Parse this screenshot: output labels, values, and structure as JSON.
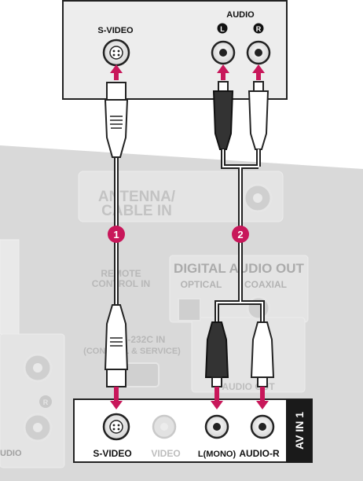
{
  "device": {
    "svideo_label": "S-VIDEO",
    "audio_label": "AUDIO",
    "left_badge": "L",
    "right_badge": "R"
  },
  "tv_panel": {
    "antenna_line1": "ANTENNA/",
    "antenna_line2": "CABLE IN",
    "remote_line1": "REMOTE",
    "remote_line2": "CONTROL IN",
    "digital_audio_out": "DIGITAL AUDIO OUT",
    "optical": "OPTICAL",
    "coaxial": "COAXIAL",
    "rs232c_line1": "RS-232C IN",
    "rs232c_line2": "(CONTROL & SERVICE)",
    "audio_out": "AUDIO OUT",
    "side_audio": "UDIO",
    "side_r_badge": "R"
  },
  "av_panel": {
    "svideo": "S-VIDEO",
    "video": "VIDEO",
    "l_mono": "L(MONO)",
    "audio_r": "AUDIO-R",
    "title": "AV IN 1"
  },
  "steps": [
    "1",
    "2"
  ],
  "colors": {
    "step_badge": "#c8175a",
    "arrow": "#c8175a",
    "panel_gray": "#d8d8d8",
    "cable_dark": "#333333"
  }
}
